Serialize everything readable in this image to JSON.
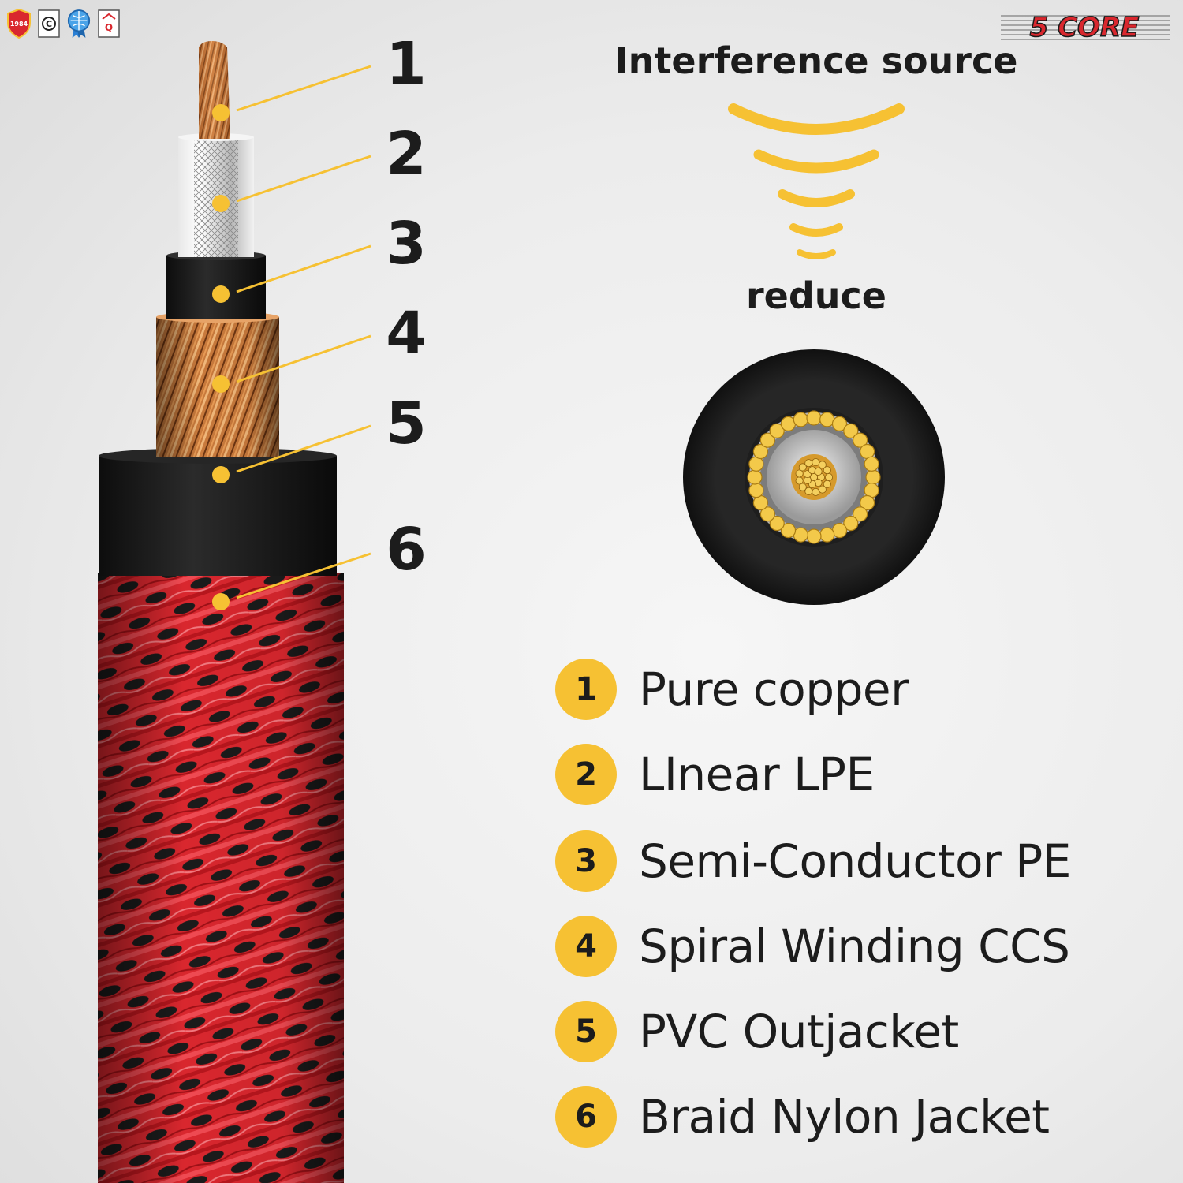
{
  "certifications": [
    {
      "icon": "shield-badge-icon",
      "text": "1984"
    },
    {
      "icon": "certificate-icon",
      "text": "C"
    },
    {
      "icon": "globe-award-icon",
      "text": ""
    },
    {
      "icon": "quality-mark-icon",
      "text": "Q"
    }
  ],
  "brand": {
    "logo_text": "5 CORE"
  },
  "callouts": [
    "1",
    "2",
    "3",
    "4",
    "5",
    "6"
  ],
  "interference": {
    "title": "Interference source",
    "reduce_label": "reduce"
  },
  "legend": [
    {
      "number": "1",
      "label": "Pure copper"
    },
    {
      "number": "2",
      "label": "LInear LPE"
    },
    {
      "number": "3",
      "label": "Semi-Conductor PE"
    },
    {
      "number": "4",
      "label": "Spiral Winding CCS"
    },
    {
      "number": "5",
      "label": "PVC Outjacket"
    },
    {
      "number": "6",
      "label": "Braid Nylon Jacket"
    }
  ],
  "colors": {
    "accent_yellow": "#f6c133",
    "copper": "#c97a3c",
    "braid_red": "#d9272e",
    "jacket_black": "#1a1a1a"
  }
}
